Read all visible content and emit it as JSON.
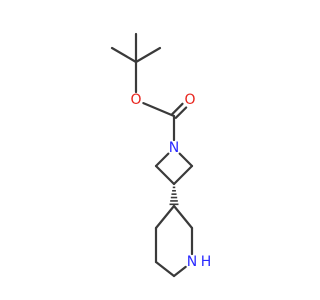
{
  "molecule": {
    "atoms": [
      {
        "id": "ctb",
        "element": "C",
        "label": ""
      },
      {
        "id": "me1",
        "element": "C",
        "label": ""
      },
      {
        "id": "me2",
        "element": "C",
        "label": ""
      },
      {
        "id": "me3",
        "element": "C",
        "label": ""
      },
      {
        "id": "o_ester",
        "element": "O",
        "label": "O"
      },
      {
        "id": "c_carbonyl",
        "element": "C",
        "label": ""
      },
      {
        "id": "o_carbonyl",
        "element": "O",
        "label": "O"
      },
      {
        "id": "n_azetidine",
        "element": "N",
        "label": "N"
      },
      {
        "id": "az_c2",
        "element": "C",
        "label": ""
      },
      {
        "id": "az_c3",
        "element": "C",
        "label": ""
      },
      {
        "id": "az_c4",
        "element": "C",
        "label": ""
      },
      {
        "id": "pip_c3",
        "element": "C",
        "label": ""
      },
      {
        "id": "pip_c2",
        "element": "C",
        "label": ""
      },
      {
        "id": "pip_n1",
        "element": "N",
        "label": "N"
      },
      {
        "id": "pip_h",
        "element": "H",
        "label": "H"
      },
      {
        "id": "pip_c6",
        "element": "C",
        "label": ""
      },
      {
        "id": "pip_c5",
        "element": "C",
        "label": ""
      },
      {
        "id": "pip_c4",
        "element": "C",
        "label": ""
      }
    ],
    "bonds": [
      {
        "from": "ctb",
        "to": "me1",
        "order": 1
      },
      {
        "from": "ctb",
        "to": "me2",
        "order": 1
      },
      {
        "from": "ctb",
        "to": "me3",
        "order": 1
      },
      {
        "from": "ctb",
        "to": "o_ester",
        "order": 1
      },
      {
        "from": "o_ester",
        "to": "c_carbonyl",
        "order": 1
      },
      {
        "from": "c_carbonyl",
        "to": "o_carbonyl",
        "order": 2
      },
      {
        "from": "c_carbonyl",
        "to": "n_azetidine",
        "order": 1
      },
      {
        "from": "n_azetidine",
        "to": "az_c2",
        "order": 1
      },
      {
        "from": "az_c2",
        "to": "az_c3",
        "order": 1
      },
      {
        "from": "az_c3",
        "to": "az_c4",
        "order": 1
      },
      {
        "from": "az_c4",
        "to": "n_azetidine",
        "order": 1
      },
      {
        "from": "az_c3",
        "to": "pip_c3",
        "order": 1,
        "stereo": "hash"
      },
      {
        "from": "pip_c3",
        "to": "pip_c2",
        "order": 1
      },
      {
        "from": "pip_c2",
        "to": "pip_n1",
        "order": 1
      },
      {
        "from": "pip_n1",
        "to": "pip_c6",
        "order": 1
      },
      {
        "from": "pip_c6",
        "to": "pip_c5",
        "order": 1
      },
      {
        "from": "pip_c5",
        "to": "pip_c4",
        "order": 1
      },
      {
        "from": "pip_c4",
        "to": "pip_c3",
        "order": 1
      }
    ],
    "colors": {
      "bond": "#3a3a3a",
      "O": "#e8231c",
      "N": "#2b2bff",
      "H": "#2b2bff"
    }
  }
}
